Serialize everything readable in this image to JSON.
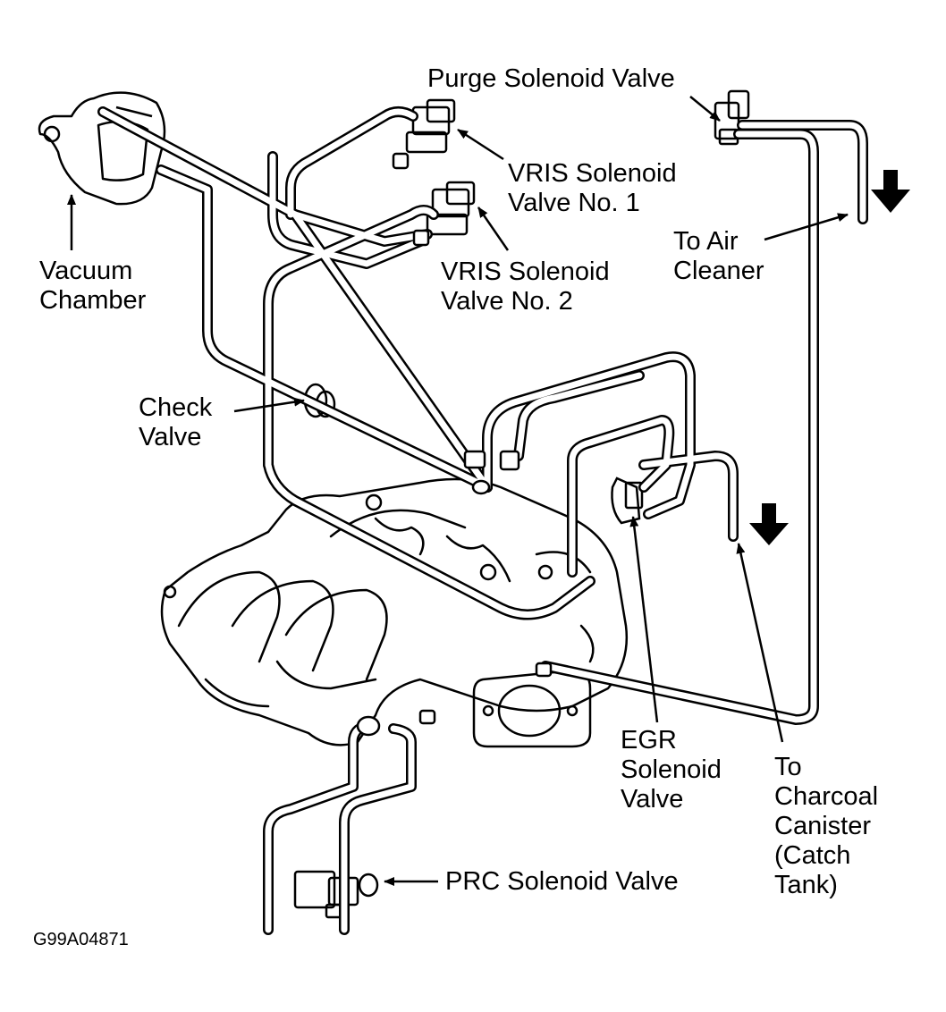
{
  "labels": {
    "purge_solenoid_valve": "Purge Solenoid Valve",
    "vris_solenoid_valve_1": [
      "VRIS Solenoid",
      "Valve No. 1"
    ],
    "vris_solenoid_valve_2": [
      "VRIS Solenoid",
      "Valve No. 2"
    ],
    "vacuum_chamber": [
      "Vacuum",
      "Chamber"
    ],
    "to_air_cleaner": [
      "To Air",
      "Cleaner"
    ],
    "check_valve": [
      "Check",
      "Valve"
    ],
    "egr_solenoid_valve": [
      "EGR",
      "Solenoid",
      "Valve"
    ],
    "to_charcoal_canister": [
      "To",
      "Charcoal",
      "Canister",
      "(Catch",
      "Tank)"
    ],
    "prc_solenoid_valve": "PRC Solenoid Valve"
  },
  "figure_code": "G99A04871",
  "colors": {
    "ink": "#000000",
    "paper": "#ffffff"
  }
}
